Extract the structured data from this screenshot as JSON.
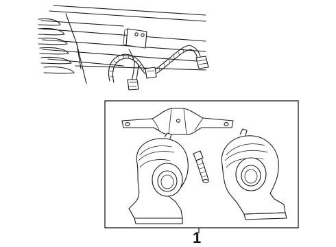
{
  "callouts": [
    {
      "id": "1",
      "label": "1"
    }
  ],
  "parts": [
    "wiring-harness-with-connectors",
    "mounting-bracket",
    "horn-low-pitch",
    "horn-high-pitch",
    "mounting-bolt"
  ]
}
